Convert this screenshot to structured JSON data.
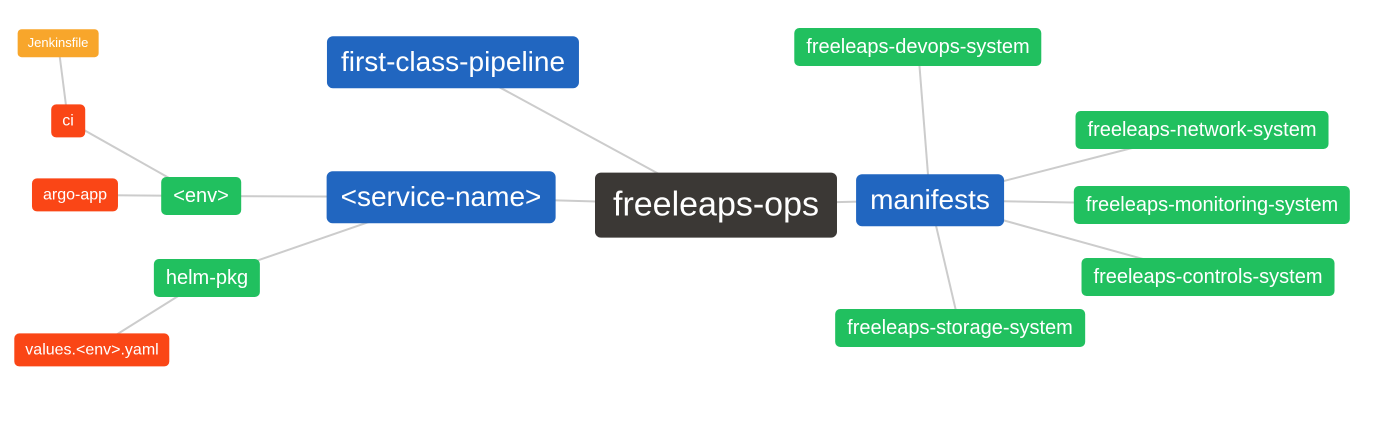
{
  "diagram": {
    "type": "mindmap",
    "background": "#ffffff",
    "edge_color": "#cccccc",
    "edge_width": 2,
    "palette": {
      "root": "#3b3835",
      "branch_blue": "#2166c0",
      "leaf_green": "#21c05f",
      "leaf_red": "#fa4616",
      "leaf_amber": "#f8a62b"
    },
    "nodes": {
      "freeleaps_ops": {
        "label": "freeleaps-ops",
        "color": "root"
      },
      "first_class_pipeline": {
        "label": "first-class-pipeline",
        "color": "branch_blue"
      },
      "service_name": {
        "label": "<service-name>",
        "color": "branch_blue"
      },
      "manifests": {
        "label": "manifests",
        "color": "branch_blue"
      },
      "env": {
        "label": "<env>",
        "color": "leaf_green"
      },
      "helm_pkg": {
        "label": "helm-pkg",
        "color": "leaf_green"
      },
      "ci": {
        "label": "ci",
        "color": "leaf_red"
      },
      "argo_app": {
        "label": "argo-app",
        "color": "leaf_red"
      },
      "values_env_yaml": {
        "label": "values.<env>.yaml",
        "color": "leaf_red"
      },
      "jenkinsfile": {
        "label": "Jenkinsfile",
        "color": "leaf_amber"
      },
      "devops_system": {
        "label": "freeleaps-devops-system",
        "color": "leaf_green"
      },
      "network_system": {
        "label": "freeleaps-network-system",
        "color": "leaf_green"
      },
      "monitoring_system": {
        "label": "freeleaps-monitoring-system",
        "color": "leaf_green"
      },
      "controls_system": {
        "label": "freeleaps-controls-system",
        "color": "leaf_green"
      },
      "storage_system": {
        "label": "freeleaps-storage-system",
        "color": "leaf_green"
      }
    },
    "edges": [
      [
        "jenkinsfile",
        "ci"
      ],
      [
        "ci",
        "env"
      ],
      [
        "argo_app",
        "env"
      ],
      [
        "env",
        "service_name"
      ],
      [
        "helm_pkg",
        "service_name"
      ],
      [
        "values_env_yaml",
        "helm_pkg"
      ],
      [
        "first_class_pipeline",
        "freeleaps_ops"
      ],
      [
        "service_name",
        "freeleaps_ops"
      ],
      [
        "freeleaps_ops",
        "manifests"
      ],
      [
        "manifests",
        "devops_system"
      ],
      [
        "manifests",
        "network_system"
      ],
      [
        "manifests",
        "monitoring_system"
      ],
      [
        "manifests",
        "controls_system"
      ],
      [
        "manifests",
        "storage_system"
      ]
    ]
  }
}
